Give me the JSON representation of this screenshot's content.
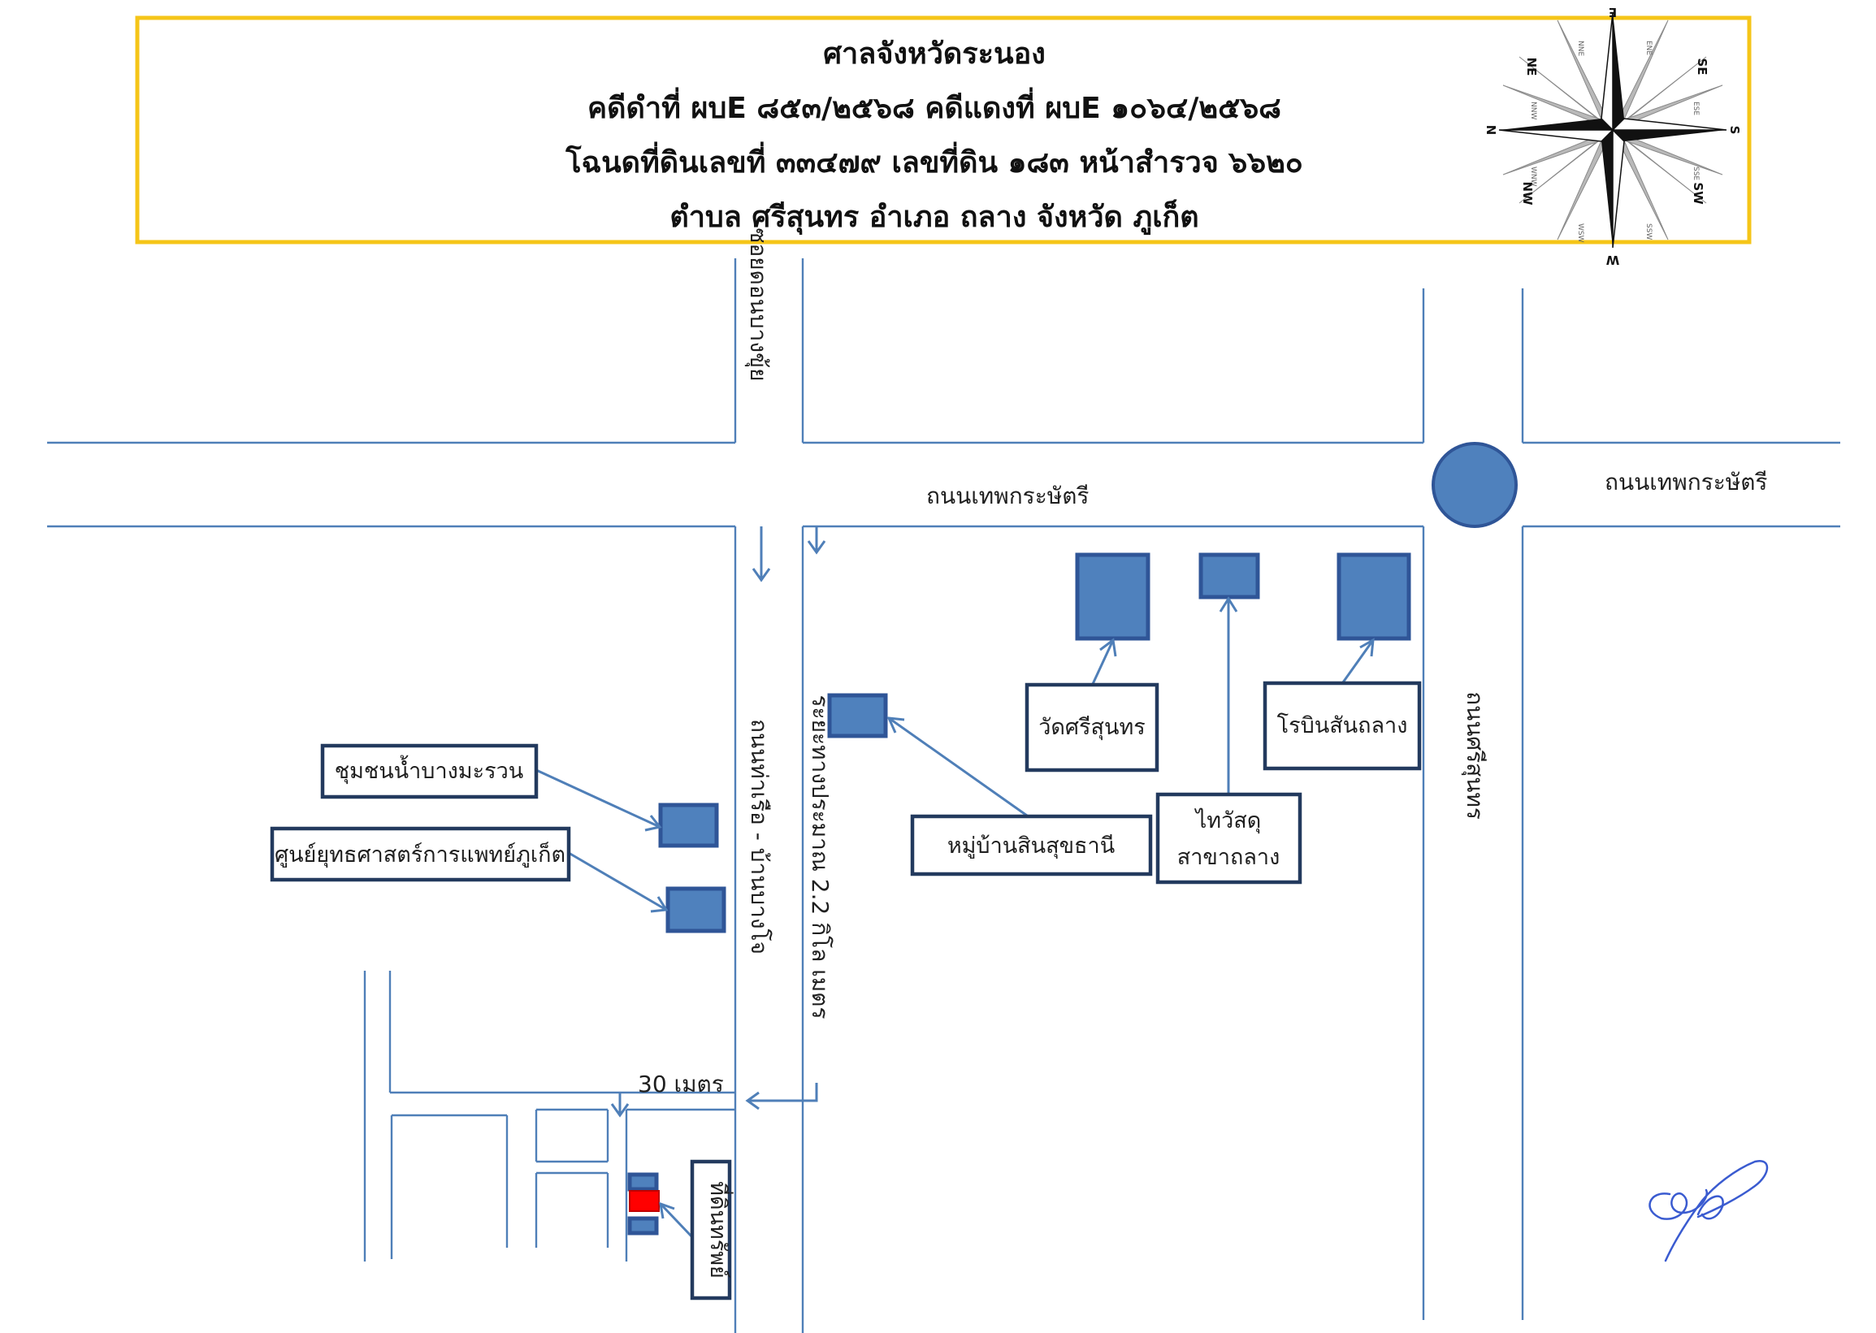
{
  "header": {
    "line1": "ศาลจังหวัดระนอง",
    "line2": "คดีดำที่ ผบE ๘๕๓/๒๕๖๘  คดีแดงที่ ผบE ๑๐๖๔/๒๕๖๘",
    "line3": "โฉนดที่ดินเลขที่ ๓๓๔๗๙ เลขที่ดิน ๑๘๓ หน้าสำรวจ ๖๖๒๐",
    "line4": "ตำบล  ศรีสุนทร   อำเภอ    ถลาง     จังหวัด   ภูเก็ต",
    "border_color": "#f5c518"
  },
  "compass": {
    "north": "N",
    "south": "S",
    "east": "E",
    "west": "W",
    "ne": "NE",
    "se": "SE",
    "sw": "SW",
    "nw": "NW",
    "nne": "NNE",
    "ene": "ENE",
    "ese": "ESE",
    "sse": "SSE",
    "ssw": "SSW",
    "wsw": "WSW",
    "wnw": "WNW",
    "nnw": "NNW"
  },
  "roads": {
    "thep_left": "ถนนเทพกระษัตรี",
    "thep_right": "ถนนเทพกระษัตรี",
    "soi_top": "ซอยดอนบางขุ้ย",
    "tha_ruea": "ถนนท่าเรือ - บ้านบางโจ",
    "distance": "ระยะทางประมาณ  2.2 กิโล เมตร",
    "srisoonthorn": "ถนนศรีสุนทร",
    "meters30": "30 เมตร"
  },
  "labels": {
    "wat": "วัดศรีสุนทร",
    "school": "โรบินสันถลาง",
    "post_1": "ไทวัสดุ",
    "post_2": "สาขาถลาง",
    "village": "หมู่บ้านสินสุขธานี",
    "chumchon": "ชุมชนน้ำบางมะรวน",
    "center": "ศูนย์ยุทธศาสตร์การแพทย์ภูเก็ต",
    "target": "ที่ดินทรัพย์"
  },
  "colors": {
    "road": "#4f7fb8",
    "building": "#4f81bd",
    "target": "#ff0000",
    "header_border": "#f5c518"
  }
}
